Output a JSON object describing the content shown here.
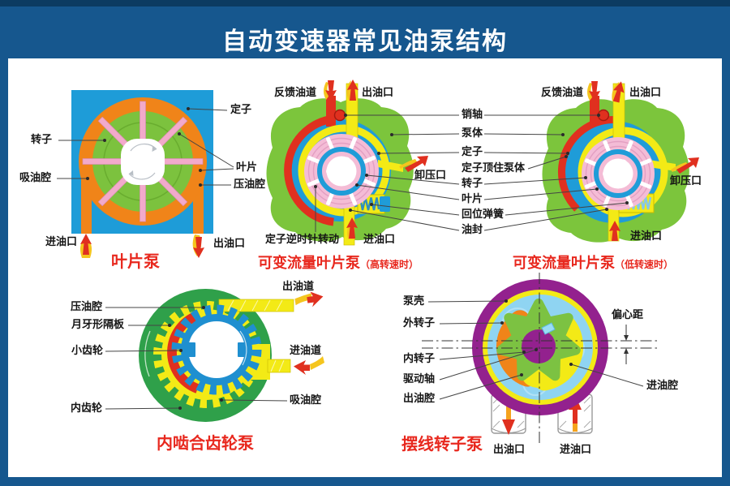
{
  "poster_title": "自动变速器常见油泵结构",
  "colors": {
    "banner_blue": "#16578E",
    "banner_dark": "#0C3B61",
    "panel_white": "#FFFFFF",
    "title_red": "#E8281E",
    "label_black": "#151515",
    "orange": "#F08419",
    "green_light": "#7CC23E",
    "green_dark": "#2FA04A",
    "blue": "#1F9CD8",
    "sky_blue": "#8FD4F2",
    "yellow": "#F3EA16",
    "pink": "#F4BCD6",
    "red": "#E0301F",
    "purple": "#93218E"
  },
  "vane_pump": {
    "title": "叶片泵",
    "labels": {
      "rotor": "转子",
      "suction_chamber": "吸油腔",
      "stator": "定子",
      "vane": "叶片",
      "pressure_chamber": "压油腔",
      "inlet_port": "进油口",
      "outlet_port": "出油口"
    }
  },
  "variable_vane_pump_high": {
    "title": "可变流量叶片泵",
    "condition": "（高转速时）",
    "labels": {
      "feedback_passage": "反馈油道",
      "outlet_port": "出油口",
      "relief_port": "卸压口",
      "stator_rotation": "定子逆时针转动",
      "inlet_port": "进油口"
    }
  },
  "shared_callouts": {
    "pin": "销轴",
    "pump_body": "泵体",
    "stator": "定子",
    "stator_against_body": "定子顶住泵体",
    "rotor": "转子",
    "vane": "叶片",
    "return_spring": "回位弹簧",
    "oil_seal": "油封"
  },
  "variable_vane_pump_low": {
    "title": "可变流量叶片泵",
    "condition": "（低转速时）",
    "labels": {
      "feedback_passage": "反馈油道",
      "outlet_port": "出油口",
      "relief_port": "卸压口",
      "inlet_port": "进油口"
    }
  },
  "internal_gear_pump": {
    "title": "内啮合齿轮泵",
    "labels": {
      "pressure_chamber": "压油腔",
      "crescent_plate": "月牙形隔板",
      "small_gear": "小齿轮",
      "internal_gear": "内齿轮",
      "outlet_passage": "出油道",
      "inlet_passage": "进油道",
      "suction_chamber": "吸油腔"
    }
  },
  "gerotor_pump": {
    "title": "摆线转子泵",
    "labels": {
      "pump_housing": "泵壳",
      "outer_rotor": "外转子",
      "inner_rotor": "内转子",
      "drive_shaft": "驱动轴",
      "outlet_chamber": "出油腔",
      "eccentricity": "偏心距",
      "inlet_chamber": "进油腔",
      "outlet_port": "出油口",
      "inlet_port": "进油口"
    }
  }
}
